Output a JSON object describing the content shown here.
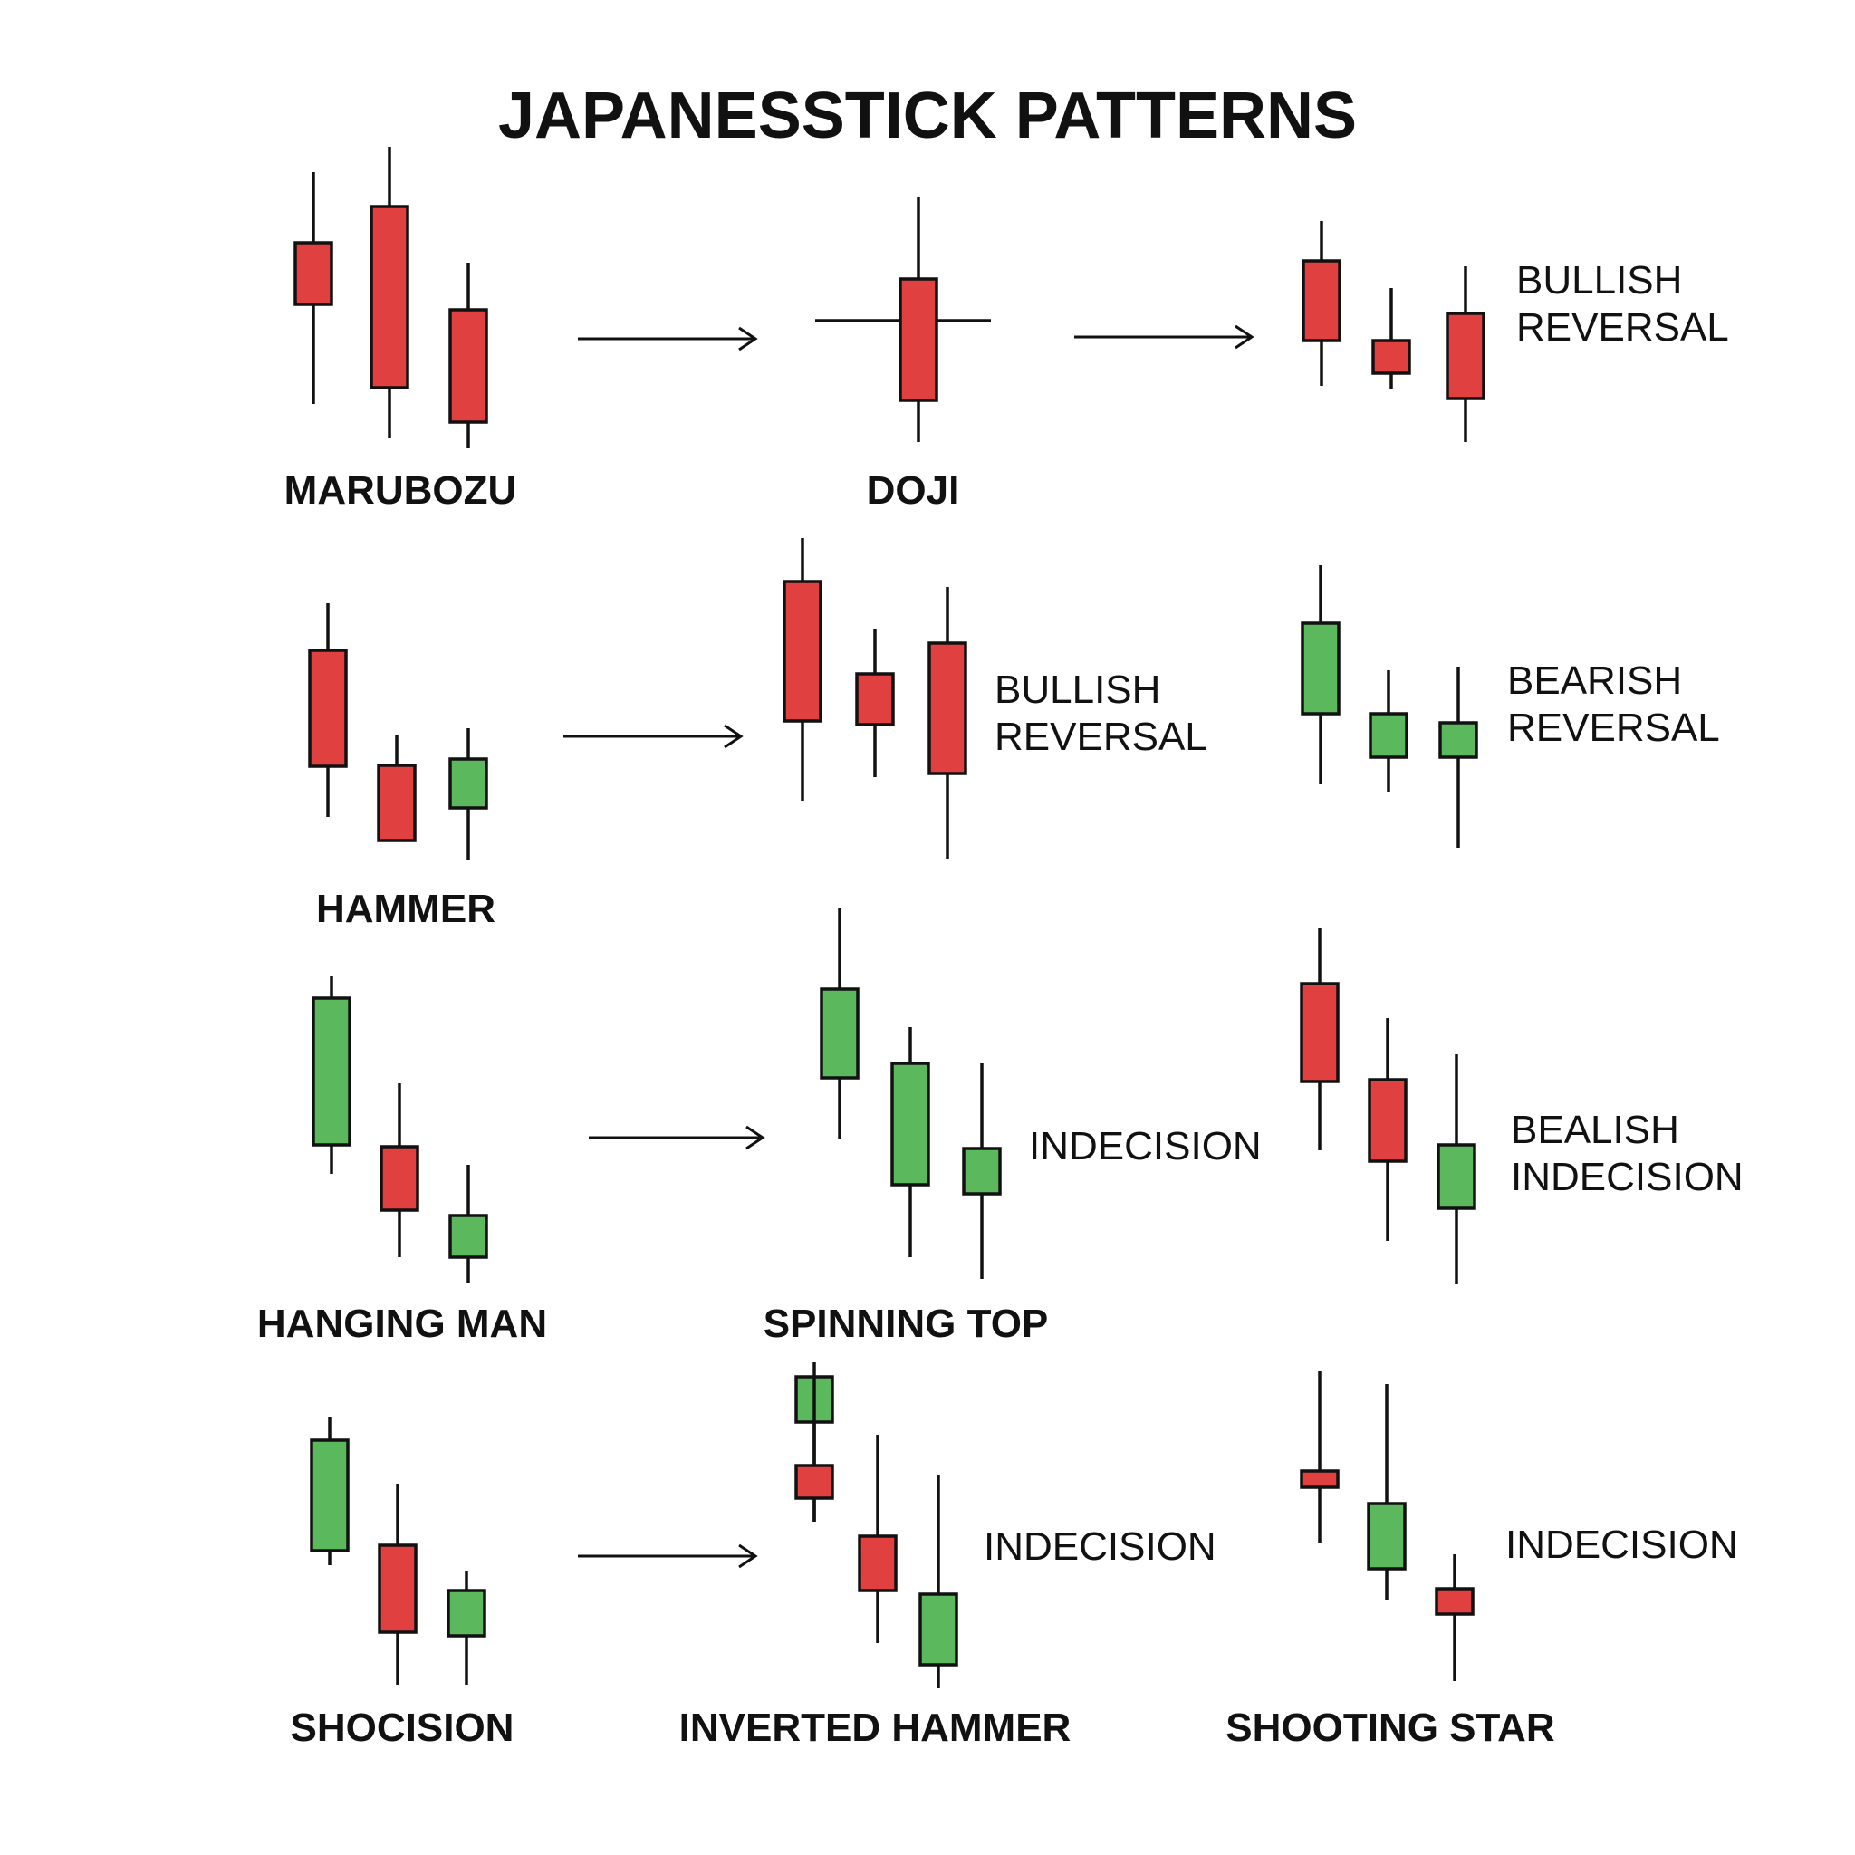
{
  "title": "JAPANESSTICK PATTERNS",
  "colors": {
    "bearish": "#e04040",
    "bullish": "#5cb85c",
    "outline": "#111111",
    "text": "#111111"
  },
  "groups": [
    {
      "id": "marubozu",
      "label": "MARUBOZU",
      "candles": [
        {
          "color": "red"
        },
        {
          "color": "red"
        },
        {
          "color": "red"
        }
      ]
    },
    {
      "id": "doji",
      "label": "DOJI",
      "candles": [
        {
          "color": "red",
          "doji": true
        }
      ]
    },
    {
      "id": "row1-reversal",
      "label_lines": [
        "BULLISH",
        "REVERSAL"
      ],
      "candles": [
        {
          "color": "red"
        },
        {
          "color": "red"
        },
        {
          "color": "red"
        }
      ]
    },
    {
      "id": "hammer",
      "label": "HAMMER",
      "candles": [
        {
          "color": "red"
        },
        {
          "color": "red"
        },
        {
          "color": "green"
        }
      ]
    },
    {
      "id": "row2-bullish",
      "label_lines": [
        "BULLISH",
        "REVERSAL"
      ],
      "candles": [
        {
          "color": "red"
        },
        {
          "color": "red"
        },
        {
          "color": "red"
        }
      ]
    },
    {
      "id": "row2-bearish",
      "label_lines": [
        "BEARISH",
        "REVERSAL"
      ],
      "candles": [
        {
          "color": "green"
        },
        {
          "color": "green"
        },
        {
          "color": "green"
        }
      ]
    },
    {
      "id": "hanging-man",
      "label": "HANGING MAN",
      "candles": [
        {
          "color": "green"
        },
        {
          "color": "red"
        },
        {
          "color": "green"
        }
      ]
    },
    {
      "id": "spinning-top",
      "label": "SPINNING TOP",
      "side_label": "INDECISION",
      "candles": [
        {
          "color": "green"
        },
        {
          "color": "green"
        },
        {
          "color": "green"
        }
      ]
    },
    {
      "id": "row3-bealish",
      "label_lines": [
        "BEALISH",
        "INDECISION"
      ],
      "candles": [
        {
          "color": "red"
        },
        {
          "color": "red"
        },
        {
          "color": "green"
        }
      ]
    },
    {
      "id": "shocision",
      "label": "SHOCISION",
      "candles": [
        {
          "color": "green"
        },
        {
          "color": "red"
        },
        {
          "color": "green"
        }
      ]
    },
    {
      "id": "inverted-hammer",
      "label": "INVERTED HAMMER",
      "side_label": "INDECISION",
      "candles": [
        {
          "color": "green"
        },
        {
          "color": "red"
        },
        {
          "color": "red"
        },
        {
          "color": "green"
        }
      ]
    },
    {
      "id": "shooting-star",
      "label": "SHOOTING STAR",
      "side_label": "INDECISION",
      "candles": [
        {
          "color": "red"
        },
        {
          "color": "green"
        },
        {
          "color": "red"
        }
      ]
    }
  ]
}
